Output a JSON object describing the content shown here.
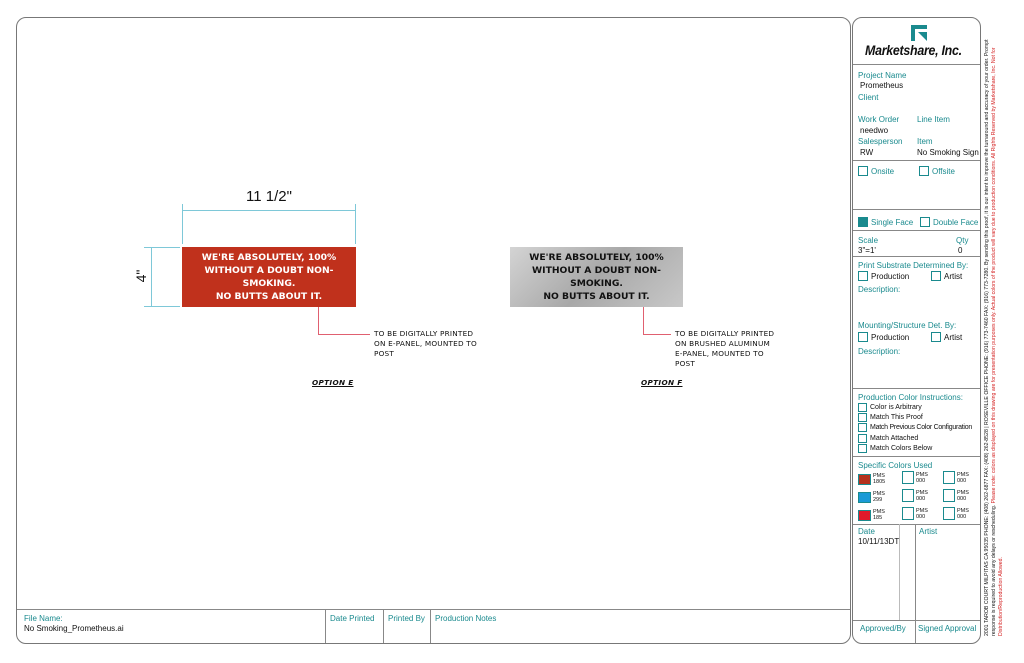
{
  "artwork": {
    "width_dim": "11 1/2\"",
    "height_dim": "4\"",
    "option_e": {
      "sign_lines": [
        "WE'RE ABSOLUTELY, 100%",
        "WITHOUT A DOUBT NON-SMOKING.",
        "NO BUTTS ABOUT IT."
      ],
      "sign_color": "#c0311c",
      "note_lines": [
        "TO BE DIGITALLY PRINTED",
        "ON E-PANEL, MOUNTED TO",
        "POST"
      ],
      "label": "OPTION E"
    },
    "option_f": {
      "sign_lines": [
        "WE'RE ABSOLUTELY, 100%",
        "WITHOUT A DOUBT NON-SMOKING.",
        "NO BUTTS ABOUT IT."
      ],
      "sign_color": "#b3b3b3",
      "note_lines": [
        "TO BE DIGITALLY PRINTED",
        "ON BRUSHED ALUMINUM",
        "E-PANEL, MOUNTED TO",
        "POST"
      ],
      "label": "OPTION F"
    },
    "leader_color": "#e06070"
  },
  "footer": {
    "file_name_label": "File Name:",
    "file_name": "No Smoking_Prometheus.ai",
    "date_printed_label": "Date Printed",
    "printed_by_label": "Printed By",
    "production_notes_label": "Production Notes"
  },
  "sidebar": {
    "company": "Marketshare, Inc.",
    "project_name_label": "Project Name",
    "project_name": "Prometheus",
    "client_label": "Client",
    "work_order_label": "Work Order",
    "work_order": "needwo",
    "line_item_label": "Line Item",
    "salesperson_label": "Salesperson",
    "salesperson": "RW",
    "item_label": "Item",
    "item": "No Smoking Sign",
    "onsite_label": "Onsite",
    "offsite_label": "Offsite",
    "single_face_label": "Single Face",
    "double_face_label": "Double Face",
    "scale_label": "Scale",
    "scale": "3\"=1'",
    "qty_label": "Qty",
    "qty": "0",
    "print_substrate_label": "Print Substrate Determined By:",
    "production_label": "Production",
    "artist_label": "Artist",
    "description_label": "Description:",
    "mounting_label": "Mounting/Structure Det. By:",
    "production_label_2": "Production",
    "artist_label_2": "Artist",
    "description_label_2": "Description:",
    "color_instructions_label": "Production Color Instructions:",
    "color_options": [
      "Color is Arbitrary",
      "Match This Proof",
      "Match Previous Color Configuration",
      "Match Attached",
      "Match Colors Below"
    ],
    "specific_colors_label": "Specific Colors Used",
    "pms_colors": [
      {
        "line1": "PMS",
        "line2": "1805",
        "color": "#b5321e"
      },
      {
        "line1": "PMS",
        "line2": "299",
        "color": "#1a9ad6"
      },
      {
        "line1": "PMS",
        "line2": "185",
        "color": "#e01a2a"
      }
    ],
    "pms_empty_line1": "PMS",
    "pms_empty_line2": "000",
    "date_label": "Date",
    "date": "10/11/13DT",
    "artist_col_label": "Artist",
    "approved_by_label": "Approved/By",
    "signed_approval_label": "Signed Approval"
  },
  "disclaimer": {
    "black": "2001 TAROB COURT MILPITAS CA 95035 PHONE: (408) 262-6877 FAX: (408) 262-8528 | ROSEVILLE OFFICE PHONE: (916) 773-7460 FAX: (916) 773-7280. By sending this proof, it is our intent to improve the turnaround and accuracy of your order. Prompt response is required to avoid any delays or rescheduling.",
    "red": "Please note: colors as displayed on this drawing are for presentation purposes only. Actual colors of the product will vary due to production conditions. All Rights Reserved by Marketshare, Inc. Not for Distribution/Reproduction Allowed."
  }
}
